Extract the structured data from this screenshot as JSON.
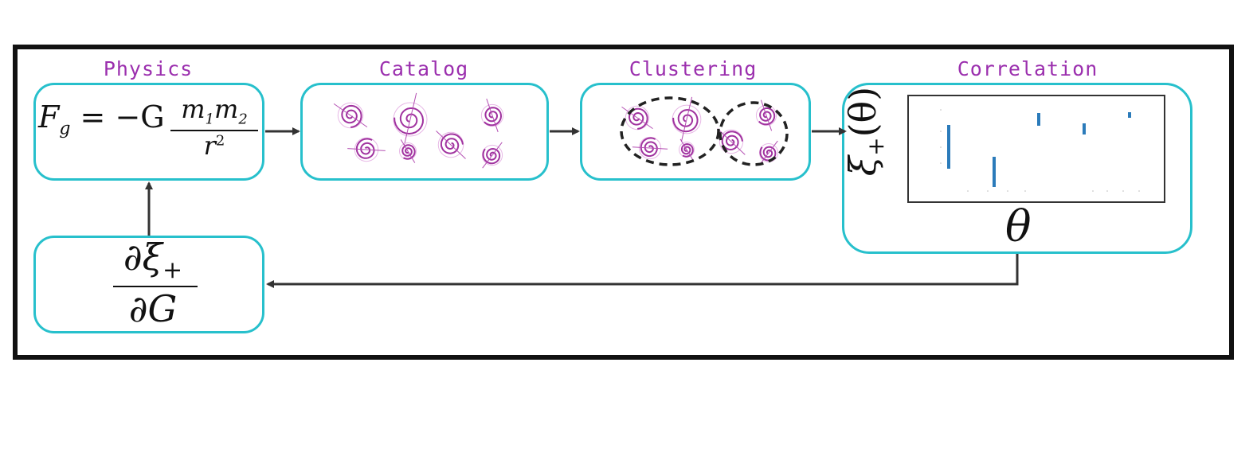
{
  "labels": {
    "physics": "Physics",
    "catalog": "Catalog",
    "clustering": "Clustering",
    "correlation": "Correlation"
  },
  "formulas": {
    "force_lhs": "F",
    "force_lhs_sub": "g",
    "force_eq": " = −G",
    "force_num_a": "m",
    "force_num_a_sub": "1",
    "force_num_b": "m",
    "force_num_b_sub": "2",
    "force_den": "r",
    "force_den_sup": "2",
    "deriv_num": "∂ξ",
    "deriv_num_sub": "+",
    "deriv_den": "∂G"
  },
  "plot": {
    "ylabel_main": "ξ",
    "ylabel_sub": "+",
    "ylabel_arg": "(θ)",
    "xlabel": "θ"
  },
  "colors": {
    "accent": "#27c0cc",
    "label": "#9b2fae",
    "galaxy": "#a0329f",
    "errorbar": "#2b7bba"
  }
}
